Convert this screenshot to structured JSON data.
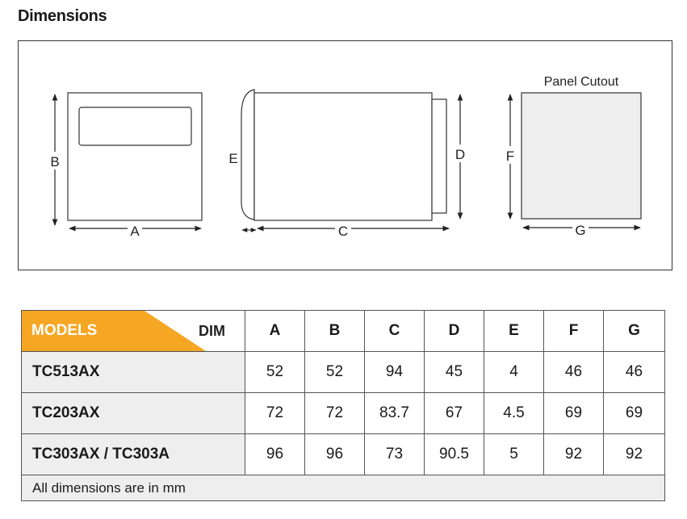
{
  "heading": "Dimensions",
  "diagram": {
    "front_labels": {
      "width": "A",
      "height": "B"
    },
    "side_labels": {
      "length": "C",
      "depth": "D",
      "bezel": "E"
    },
    "cutout_title": "Panel Cutout",
    "cutout_labels": {
      "height": "F",
      "width": "G"
    }
  },
  "table": {
    "corner_left": "MODELS",
    "corner_right": "DIM",
    "accent_color": "#f5a623",
    "columns": [
      "A",
      "B",
      "C",
      "D",
      "E",
      "F",
      "G"
    ],
    "rows": [
      {
        "model": "TC513AX",
        "values": [
          "52",
          "52",
          "94",
          "45",
          "4",
          "46",
          "46"
        ]
      },
      {
        "model": "TC203AX",
        "values": [
          "72",
          "72",
          "83.7",
          "67",
          "4.5",
          "69",
          "69"
        ]
      },
      {
        "model": "TC303AX / TC303A",
        "values": [
          "96",
          "96",
          "73",
          "90.5",
          "5",
          "92",
          "92"
        ]
      }
    ],
    "note": "All dimensions are in mm"
  }
}
